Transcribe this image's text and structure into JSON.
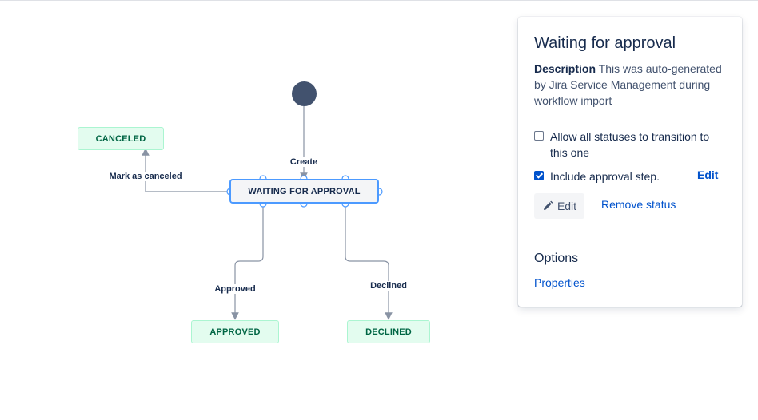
{
  "diagram": {
    "start_color": "#42526e",
    "statuses": {
      "canceled": "CANCELED",
      "waiting": "WAITING FOR APPROVAL",
      "approved": "APPROVED",
      "declined": "DECLINED"
    },
    "transitions": {
      "create": "Create",
      "mark_canceled": "Mark as canceled",
      "approved": "Approved",
      "declined": "Declined"
    }
  },
  "panel": {
    "title": "Waiting for approval",
    "description_label": "Description",
    "description_text": "This was auto-generated by Jira Service Management during workflow import",
    "allow_all_label": "Allow all statuses to transition to this one",
    "allow_all_checked": false,
    "approval_label": "Include approval step.",
    "approval_checked": true,
    "approval_edit_label": "Edit",
    "edit_button_label": "Edit",
    "remove_status_label": "Remove status",
    "options_title": "Options",
    "properties_link": "Properties"
  }
}
